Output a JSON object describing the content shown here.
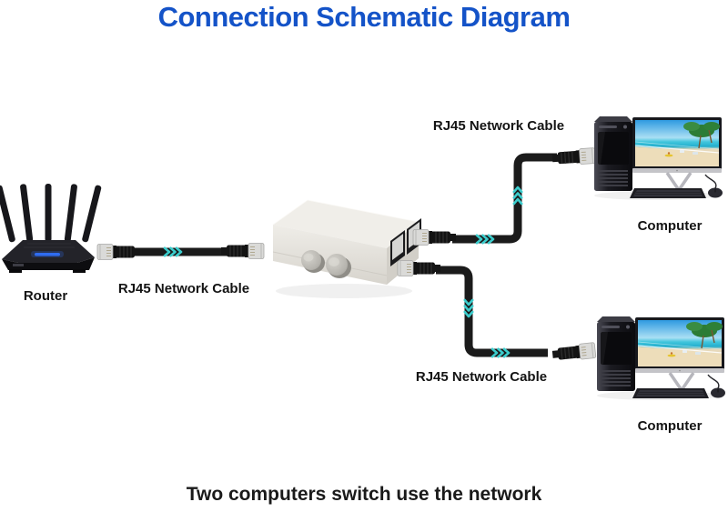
{
  "title": "Connection Schematic Diagram",
  "caption": "Two computers switch use the network",
  "labels": {
    "router": "Router",
    "router_cable": "RJ45 Network Cable",
    "top_cable": "RJ45 Network Cable",
    "bottom_cable": "RJ45 Network Cable",
    "top_computer": "Computer",
    "bottom_computer": "Computer"
  },
  "colors": {
    "title_blue": "#1453c8",
    "label_text": "#141414",
    "cable_black": "#1b1b1b",
    "chevron_teal": "#3bcdcd",
    "switch_body": "#f0eee9",
    "router_body": "#17171b",
    "router_led_blue": "#2f6cf0"
  },
  "figures": {
    "router": "wireless-router-with-5-antennas",
    "switch": "2-port-manual-network-switch-with-2-knobs",
    "computer": "desktop-tower-with-beach-wallpaper-monitor-keyboard-mouse",
    "cable": "black-rj45-patch-cable-with-teal-direction-chevrons"
  },
  "connections": [
    {
      "from": "Router",
      "via": "RJ45 Network Cable",
      "to": "Switch"
    },
    {
      "from": "Switch",
      "via": "RJ45 Network Cable",
      "to": "Computer (top)"
    },
    {
      "from": "Switch",
      "via": "RJ45 Network Cable",
      "to": "Computer (bottom)"
    }
  ]
}
